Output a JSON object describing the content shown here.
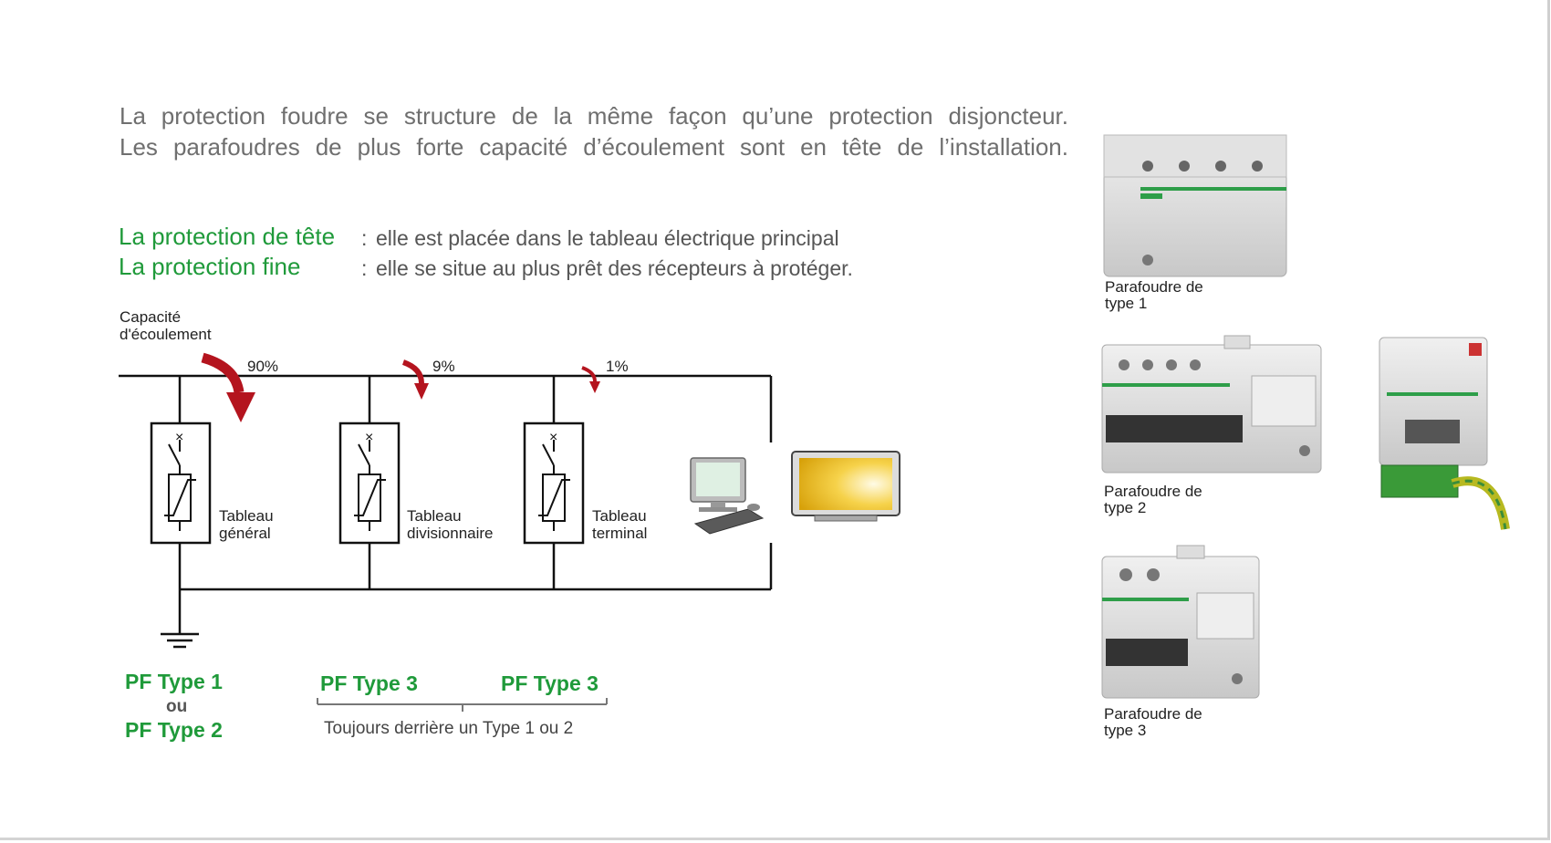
{
  "intro": {
    "line1": "La protection foudre se structure de la même façon qu’une protection disjoncteur.",
    "line2": "Les parafoudres de plus forte capacité d’écoulement sont en tête de l’installation."
  },
  "definitions": [
    {
      "term": "La protection de tête",
      "colon": ":",
      "text": "elle est placée dans le tableau électrique principal"
    },
    {
      "term": "La protection fine",
      "colon": ":",
      "text": "elle se situe au plus prêt des récepteurs à protéger."
    }
  ],
  "diagram": {
    "capacity_label": [
      "Capacité",
      "d'écoulement"
    ],
    "percentages": [
      "90%",
      "9%",
      "1%"
    ],
    "panels": [
      [
        "Tableau",
        "général"
      ],
      [
        "Tableau",
        "divisionnaire"
      ],
      [
        "Tableau",
        "terminal"
      ]
    ],
    "pf_labels": {
      "first": "PF Type 1",
      "or": "ou",
      "second": "PF Type 2",
      "third": "PF Type 3",
      "fourth": "PF Type 3"
    },
    "note": "Toujours derrière un Type 1 ou 2"
  },
  "products": [
    [
      "Parafoudre de",
      "type 1"
    ],
    [
      "Parafoudre de",
      "type 2"
    ],
    [
      "Parafoudre de",
      "type 3"
    ]
  ],
  "colors": {
    "accent_green": "#1f9a3a",
    "arrow_red": "#b4141e",
    "text_gray": "#6f6f6f"
  }
}
